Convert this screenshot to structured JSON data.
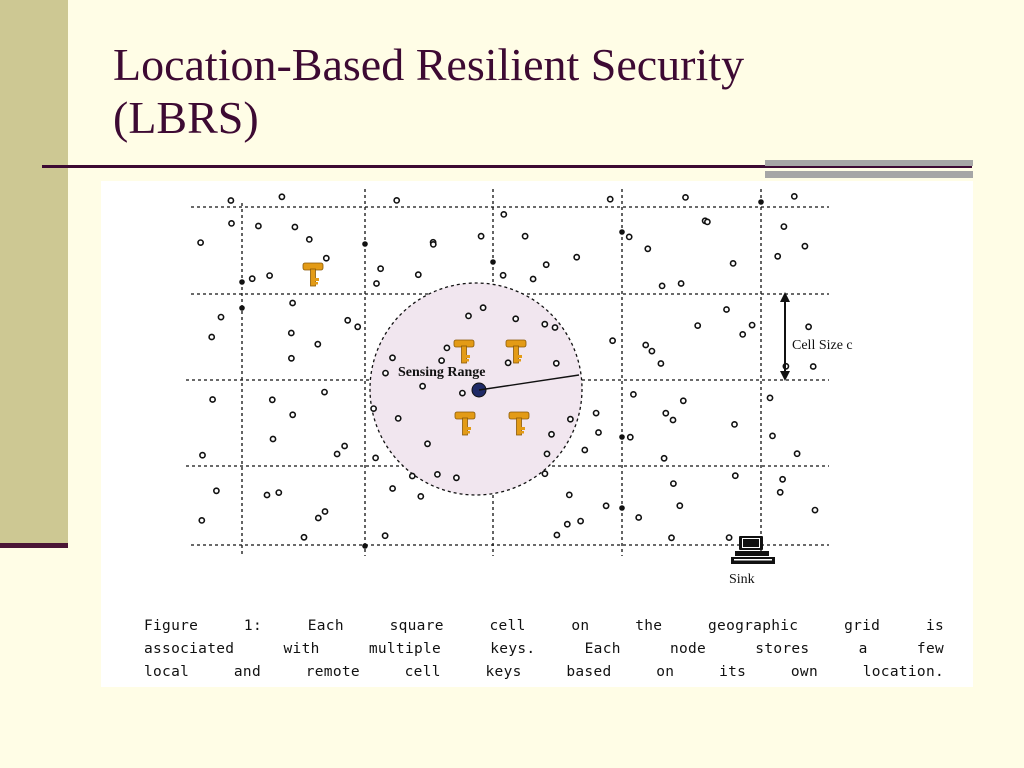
{
  "slide": {
    "title_line1": "Location-Based Resilient Security",
    "title_line2": "(LBRS)"
  },
  "figure": {
    "sensing_range_label": "Sensing Range",
    "cell_size_label": "Cell Size c",
    "sink_label": "Sink",
    "caption_lines": [
      "Figure 1:  Each square cell on the geographic grid is",
      "associated with multiple keys.  Each node stores a few",
      "local and remote cell keys based on its own location."
    ]
  },
  "colors": {
    "title": "#3d0a33",
    "background": "#fffde6",
    "left_bar": "#cdc893",
    "key_icon": "#e39b16",
    "sensing_circle_fill": "#f1e6ef"
  },
  "icons": [
    "key-icon",
    "computer-icon",
    "sensor-node-icon"
  ]
}
